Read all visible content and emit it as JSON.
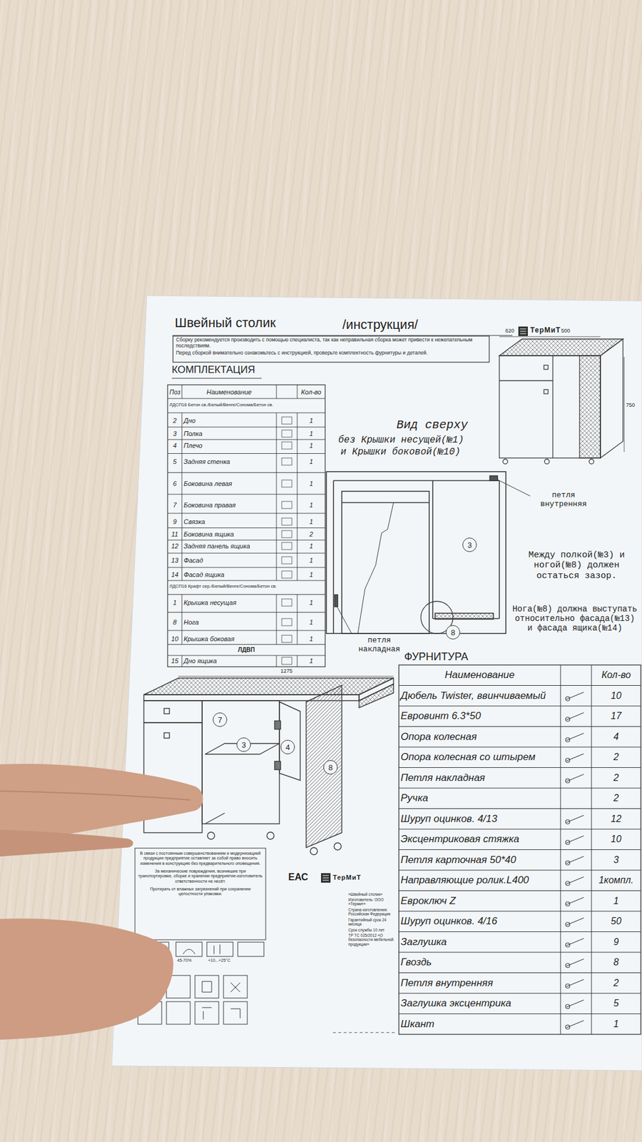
{
  "diagram": {
    "title": "Швейный столик",
    "nodes": [
      {
        "text": [
          "3"
        ]
      },
      {
        "text": [
          "8"
        ]
      },
      {
        "text": [
          "7"
        ]
      },
      {
        "text": [
          "3"
        ]
      },
      {
        "text": [
          "4"
        ]
      },
      {
        "text": [
          "8"
        ]
      }
    ],
    "labels": [
      "/инструкция/",
      "ТерМиТ",
      "Сборку рекомендуется производить с помощью специалиста, так как неправильная сборка может привести к нежелательным последствиям.",
      "Перед сборкой внимательно ознакомьтесь с инструкцией, проверьте комплектность фурнитуры и деталей.",
      "КОМПЛЕКТАЦИЯ",
      "Поз",
      "Наименование",
      "Кол-во",
      "ЛДСП16 Бетон св./Белый/Венге/Сонома/Бетон св.",
      "2",
      "Дно",
      "1",
      "3",
      "Полка",
      "1",
      "4",
      "Плечо",
      "1",
      "5",
      "Задняя стенка",
      "1",
      "6",
      "Боковина левая",
      "1",
      "7",
      "Боковина правая",
      "1",
      "9",
      "Связка",
      "1",
      "11",
      "Боковина ящика",
      "2",
      "12",
      "Задняя панель ящика",
      "1",
      "13",
      "Фасад",
      "1",
      "14",
      "Фасад ящика",
      "1",
      "ЛДСП16 Крафт сер./Белый/Венге/Сонома/Бетон св.",
      "1",
      "Крышка несущая",
      "1",
      "8",
      "Нога",
      "1",
      "10",
      "Крышка боковая",
      "1",
      "ЛДВП",
      "15",
      "Дно ящика",
      "1",
      "Вид сверху",
      "без Крышки несущей(№1)",
      "и Крышки боковой(№10)",
      "петля внутренняя",
      "Между полкой(№3) и ногой(№8) должен остаться зазор.",
      "Нога(№8) должна выступать относительно фасада(№13) и фасада ящика(№14)",
      "петля накладная",
      "620",
      "500",
      "750",
      "1275",
      "ФУРНИТУРА",
      "Наименование",
      "Кол-во",
      "Дюбель Twister, ввинчиваемый",
      "10",
      "Евровинт 6.3*50",
      "17",
      "Опора колесная",
      "4",
      "Опора колесная со штырем",
      "2",
      "Петля накладная",
      "2",
      "Ручка",
      "2",
      "Шуруп оцинков. 4/13",
      "12",
      "Эксцентриковая стяжка",
      "10",
      "Петля карточная 50*40",
      "3",
      "Направляющие ролик.L400",
      "1компл.",
      "Евроключ Z",
      "1",
      "Шуруп оцинков. 4/16",
      "50",
      "Заглушка",
      "9",
      "Гвоздь",
      "8",
      "Петля внутренняя",
      "2",
      "Заглушка эксцентрика",
      "5",
      "Шкант",
      "1",
      "В связи с постоянным совершенствованием и модернизацией продукции предприятие оставляет за собой право вносить изменения в конструкцию без предварительного оповещения.",
      "За механические повреждения, возникшие при транспортировке, сборке и хранении предприятие-изготовитель ответственности не несёт.",
      "Протирать от влажных загрязнений при сохранении целостности упаковки.",
      "45-70%",
      "+10...+25°C",
      "ЕАС",
      "ТерМиТ",
      "«Швейный столик»",
      "Изготовитель: ООО «Термит»",
      "Страна изготовления: Российская Федерация",
      "Гарантийный срок 24 месяца",
      "Срок службы 10 лет",
      "ТР ТС 025/2012 «О безопасности мебельной продукции»"
    ]
  }
}
